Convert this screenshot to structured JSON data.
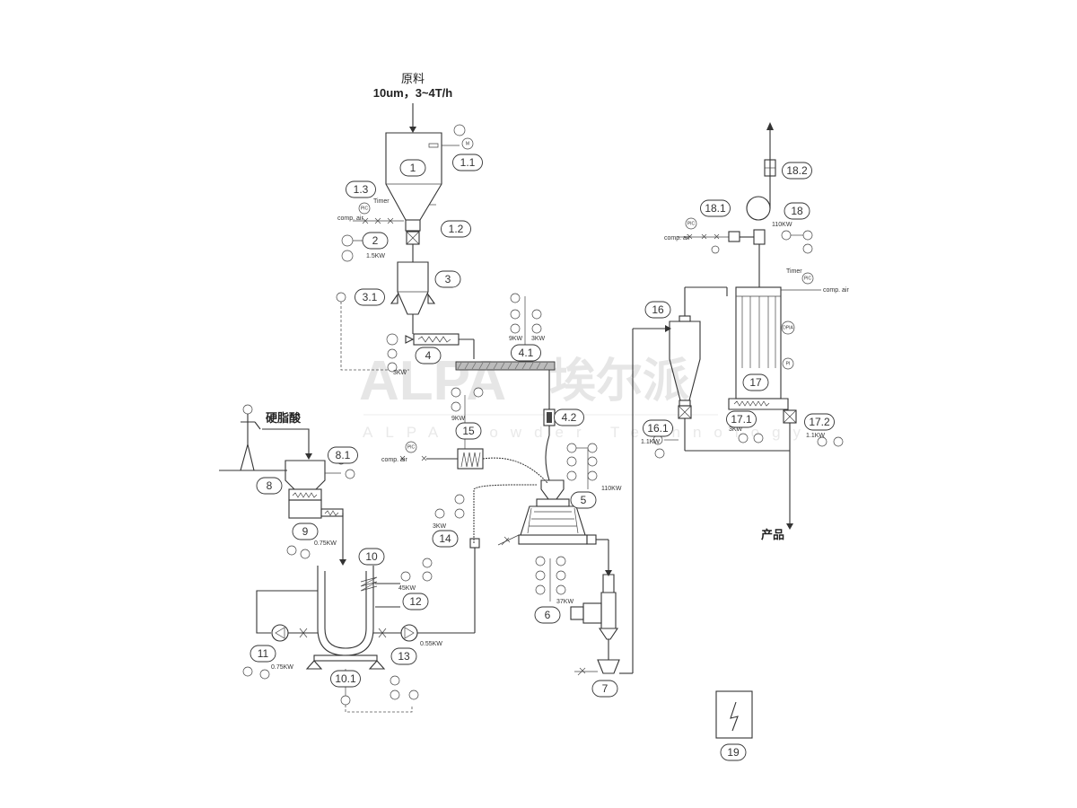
{
  "feed": {
    "label": "原料",
    "spec": "10um，3~4T/h"
  },
  "additive_label": "硬脂酸",
  "product_label": "产品",
  "watermark": {
    "logo": "ALPA",
    "cn": "埃尔派",
    "en": "ALPA Powder Technology"
  },
  "tags": [
    "1",
    "1.1",
    "1.2",
    "1.3",
    "2",
    "3",
    "3.1",
    "4",
    "4.1",
    "4.2",
    "5",
    "6",
    "7",
    "8",
    "8.1",
    "9",
    "10",
    "10.1",
    "11",
    "12",
    "13",
    "14",
    "15",
    "16",
    "16.1",
    "17",
    "17.1",
    "17.2",
    "18",
    "18.1",
    "18.2",
    "19"
  ],
  "power": {
    "p2": "1.5KW",
    "p4": "3KW",
    "p41a": "9KW",
    "p41b": "3KW",
    "p15": "9KW",
    "p5": "110KW",
    "p6": "37KW",
    "p9": "0.75KW",
    "p11": "0.75KW",
    "p12": "45KW",
    "p13": "0.55KW",
    "p14": "3KW",
    "p161": "1.1KW",
    "p171": "3KW",
    "p172": "1.1KW",
    "p18": "110KW"
  },
  "instruments": {
    "pic": "PIC",
    "timer": "Timer",
    "comp_air": "comp. air",
    "m": "M",
    "pi": "PI",
    "dpia": "DPIA"
  }
}
